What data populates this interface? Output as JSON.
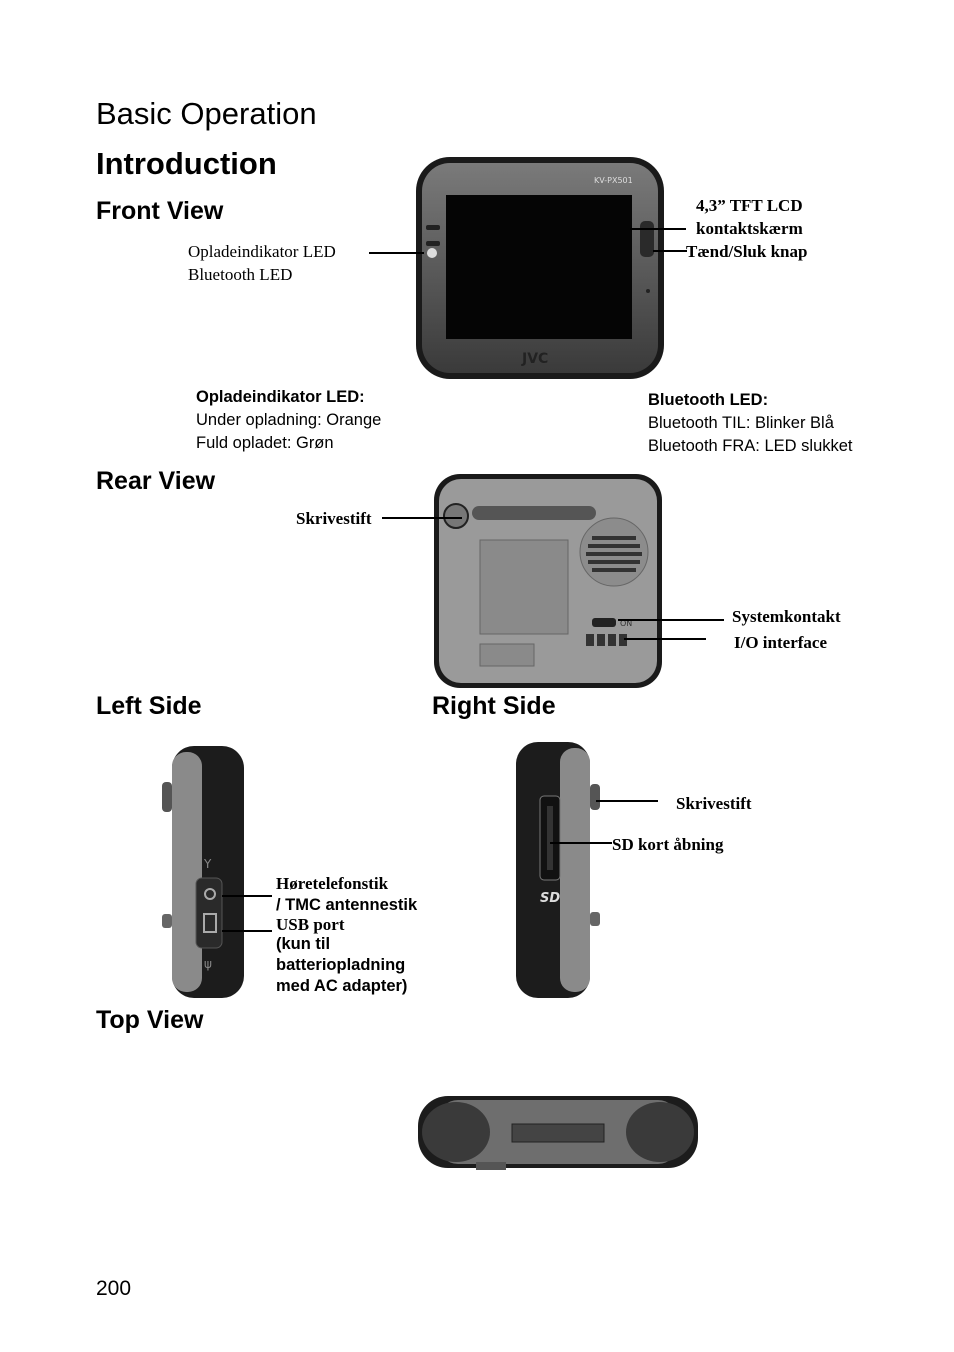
{
  "page": {
    "section_title": "Basic Operation",
    "title": "Introduction",
    "page_number": "200"
  },
  "front_view": {
    "heading": "Front View",
    "label_led_1": "Opladeindikator LED",
    "label_led_2": "Bluetooth LED",
    "label_lcd_1": "4,3” TFT LCD",
    "label_lcd_2": "kontaktskærm",
    "label_power": "Tænd/Sluk knap",
    "device_model": "KV-PX501",
    "device_brand": "JVC",
    "charge_led": {
      "title": "Opladeindikator LED:",
      "line1": "Under opladning: Orange",
      "line2": "Fuld opladet: Grøn"
    },
    "bt_led": {
      "title": "Bluetooth LED:",
      "line1": "Bluetooth TIL: Blinker Blå",
      "line2": "Bluetooth FRA: LED slukket"
    }
  },
  "rear_view": {
    "heading": "Rear View",
    "label_stylus": "Skrivestift",
    "label_switch": "Systemkontakt",
    "label_io": "I/O interface",
    "switch_text": "ON"
  },
  "left_side": {
    "heading": "Left Side",
    "label_headphone_1": "Høretelefonstik",
    "label_headphone_2": "/ TMC antennestik",
    "label_usb": "USB port",
    "label_usb_note_1": "(kun til",
    "label_usb_note_2": "batteriopladning",
    "label_usb_note_3": "med AC adapter)"
  },
  "right_side": {
    "heading": "Right Side",
    "label_stylus": "Skrivestift",
    "label_sd": "SD kort åbning",
    "sd_logo": "SD"
  },
  "top_view": {
    "heading": "Top View"
  }
}
